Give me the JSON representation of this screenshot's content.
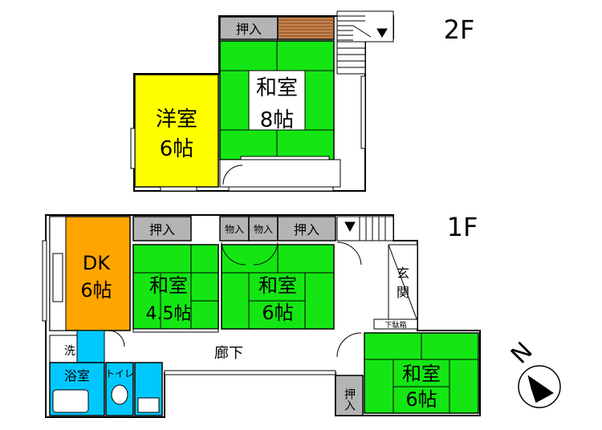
{
  "floors": {
    "second": {
      "label": "2F",
      "rooms": {
        "closet": "押入",
        "tatami8_name": "和室",
        "tatami8_size": "8帖",
        "western_name": "洋室",
        "western_size": "6帖"
      }
    },
    "first": {
      "label": "1F",
      "rooms": {
        "dk_name": "DK",
        "dk_size": "6帖",
        "closet_a": "押入",
        "closet_b": "押入",
        "closet_c": "押入",
        "storage_a": "物入",
        "storage_b": "物入",
        "tatami45_name": "和室",
        "tatami45_size": "4.5帖",
        "tatami6a_name": "和室",
        "tatami6a_size": "6帖",
        "tatami6b_name": "和室",
        "tatami6b_size": "6帖",
        "entrance_1": "玄",
        "entrance_2": "関",
        "shoe_box": "下駄箱",
        "corridor": "廊下",
        "washroom": "洗",
        "bath": "浴室",
        "toilet": "トイレ"
      }
    }
  },
  "compass": {
    "letter": "N",
    "icon": "north-arrow-icon"
  },
  "colors": {
    "tatami": "#14e614",
    "western": "#ffff00",
    "dk": "#ffa500",
    "wet": "#00c8ff",
    "closet": "#b4b4b4",
    "stair_wood": "#c8824b"
  }
}
